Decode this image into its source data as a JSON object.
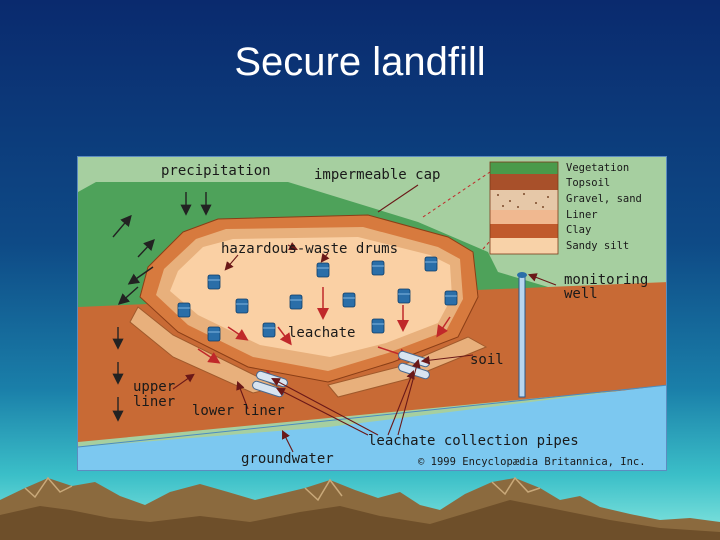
{
  "slide": {
    "title": "Secure landfill"
  },
  "diagram": {
    "labels": {
      "precipitation": "precipitation",
      "impermeable_cap": "impermeable cap",
      "hazardous_waste_drums": "hazardous-waste drums",
      "leachate": "leachate",
      "soil": "soil",
      "upper_liner_1": "upper",
      "upper_liner_2": "liner",
      "lower_liner": "lower liner",
      "leachate_collection_pipes": "leachate collection pipes",
      "groundwater": "groundwater",
      "monitoring_well_1": "monitoring",
      "monitoring_well_2": "well",
      "copyright": "© 1999 Encyclopædia Britannica, Inc."
    },
    "legend": [
      {
        "label": "Vegetation",
        "color": "#4a9a4a"
      },
      {
        "label": "Topsoil",
        "color": "#a8502a"
      },
      {
        "label": "Gravel, sand",
        "color": "#e6c8a8"
      },
      {
        "label": "Liner",
        "color": "#f0b890"
      },
      {
        "label": "Clay",
        "color": "#c05a2c"
      },
      {
        "label": "Sandy silt",
        "color": "#f8d2a8"
      }
    ],
    "colors": {
      "sky": "#a6cfa0",
      "cap_grass": "#4ea25a",
      "clay": "#c86a35",
      "liner": "#e8b07c",
      "waste": "#fad0a4",
      "groundwater": "#7cc8f0",
      "drum": "#2a6ea8"
    }
  }
}
